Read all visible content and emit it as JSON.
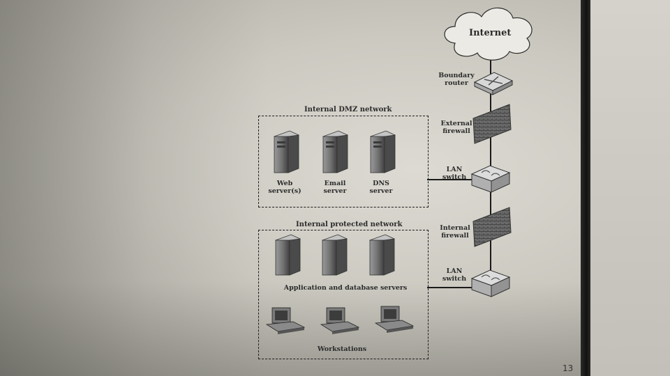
{
  "diagram": {
    "internet": "Internet",
    "boundary_router": [
      "Boundary",
      "router"
    ],
    "external_firewall": [
      "External",
      "firewall"
    ],
    "lan_switch_top": [
      "LAN",
      "switch"
    ],
    "internal_firewall": [
      "Internal",
      "firewall"
    ],
    "lan_switch_bottom": [
      "LAN",
      "switch"
    ],
    "dmz_title": "Internal DMZ network",
    "web_server": [
      "Web",
      "server(s)"
    ],
    "email_server": [
      "Email",
      "server"
    ],
    "dns_server": [
      "DNS",
      "server"
    ],
    "protected_title": "Internal protected network",
    "app_db_servers": "Application and database servers",
    "workstations": "Workstations"
  },
  "page_number": "13"
}
